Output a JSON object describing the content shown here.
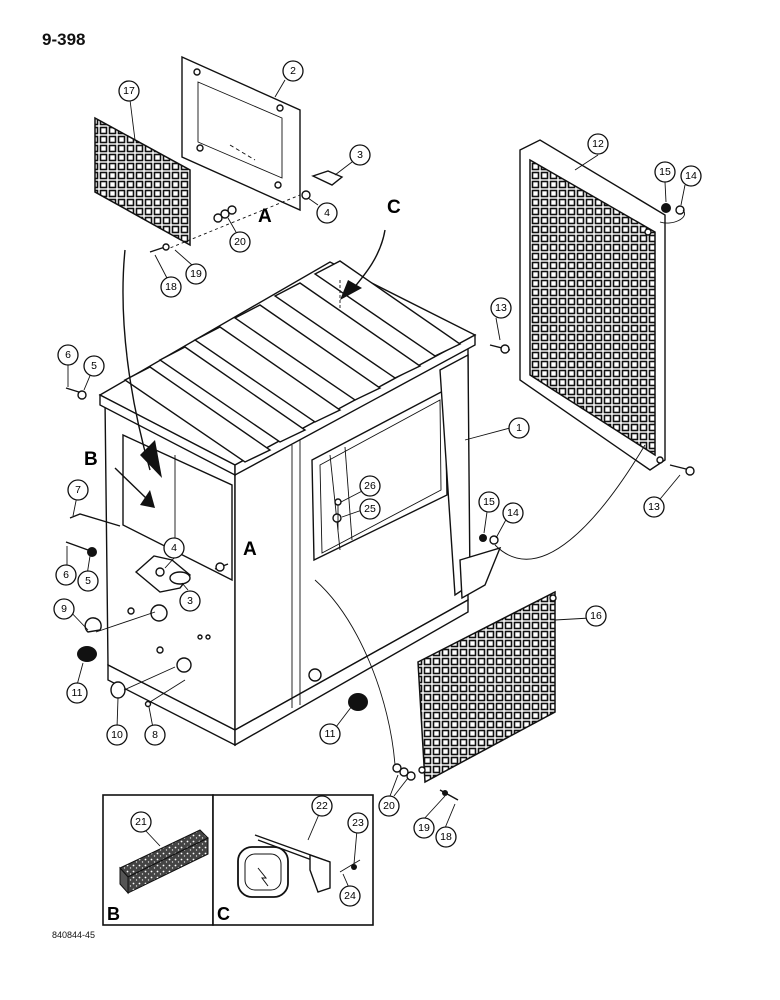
{
  "page_number": "9-398",
  "figure_code": "840844-45",
  "section_letters": {
    "a": "A",
    "b": "B",
    "c": "C"
  },
  "detail_labels": {
    "left": "B",
    "right": "C"
  },
  "callouts": {
    "c1": "1",
    "c2": "2",
    "c3a": "3",
    "c3b": "3",
    "c4a": "4",
    "c4b": "4",
    "c5a": "5",
    "c5b": "5",
    "c6a": "6",
    "c6b": "6",
    "c7": "7",
    "c8": "8",
    "c9": "9",
    "c10": "10",
    "c11a": "11",
    "c11b": "11",
    "c12": "12",
    "c13a": "13",
    "c13b": "13",
    "c14a": "14",
    "c14b": "14",
    "c15a": "15",
    "c15b": "15",
    "c16": "16",
    "c17": "17",
    "c18a": "18",
    "c18b": "18",
    "c19a": "19",
    "c19b": "19",
    "c20a": "20",
    "c20b": "20",
    "c21": "21",
    "c22": "22",
    "c23": "23",
    "c24": "24",
    "c25": "25",
    "c26": "26"
  }
}
